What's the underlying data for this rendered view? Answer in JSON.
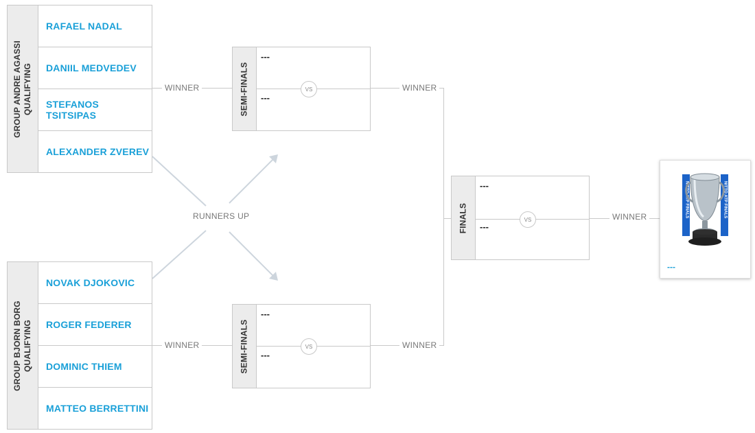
{
  "groups": [
    {
      "label_line1": "GROUP ANDRE AGASSI",
      "label_line2": "QUALIFYING",
      "players": [
        "RAFAEL NADAL",
        "DANIIL MEDVEDEV",
        "STEFANOS TSITSIPAS",
        "ALEXANDER ZVEREV"
      ]
    },
    {
      "label_line1": "GROUP BJORN BORG",
      "label_line2": "QUALIFYING",
      "players": [
        "NOVAK DJOKOVIC",
        "ROGER FEDERER",
        "DOMINIC THIEM",
        "MATTEO BERRETTINI"
      ]
    }
  ],
  "labels": {
    "winner": "WINNER",
    "runners_up": "RUNNERS UP",
    "vs": "VS"
  },
  "semifinals": [
    {
      "label": "SEMI-FINALS",
      "slot1": "---",
      "slot2": "---"
    },
    {
      "label": "SEMI-FINALS",
      "slot1": "---",
      "slot2": "---"
    }
  ],
  "finals": {
    "label": "FINALS",
    "slot1": "---",
    "slot2": "---"
  },
  "champion": {
    "name": "---",
    "trophy_text": "NITTO ATP FINALS"
  },
  "colors": {
    "accent": "#1aa0d8",
    "line": "#c8c8c8",
    "side_bg": "#ececec",
    "arrow": "#cdd5dd"
  }
}
